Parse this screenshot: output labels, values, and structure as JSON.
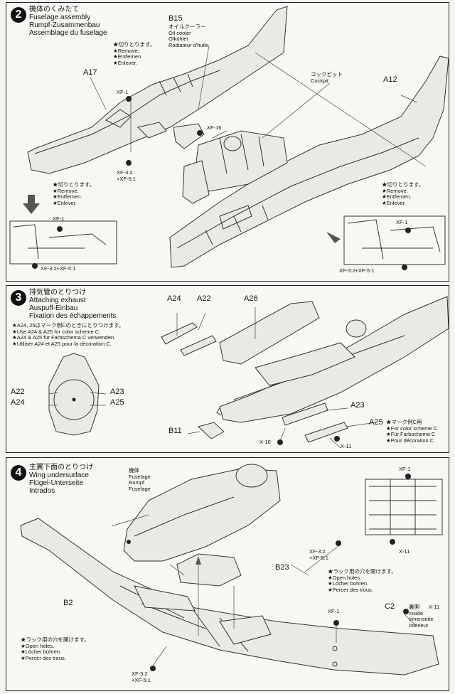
{
  "step2": {
    "number": "2",
    "title_jp": "機体のくみたて",
    "title_en": "Fuselage assembly",
    "title_de": "Rumpf-Zusammenbau",
    "title_fr": "Assemblage du fuselage",
    "remove_note": [
      "★切りとります。",
      "★Remove.",
      "★Entfernen.",
      "★Enlever."
    ],
    "b15": "B15",
    "b15_jp": "オイルクーラー",
    "b15_en": "Oil cooler",
    "b15_de": "Ölkühler",
    "b15_fr": "Radiateur d'huile",
    "a17": "A17",
    "a12": "A12",
    "cockpit_jp": "コックピット",
    "cockpit_en": "Cockpit",
    "xf1": "XF-1",
    "xf16": "XF-16",
    "mix_a": "XF-3:2",
    "mix_b": "+XF-5:1",
    "mix_inline": "XF-3:2+XF-5:1"
  },
  "step3": {
    "number": "3",
    "title_jp": "排気管のとりつけ",
    "title_en": "Attaching exhaust",
    "title_de": "Auspuff-Einbau",
    "title_fr": "Fixation des échappements",
    "note": [
      "★A24, 25はマーク例Cのときにとりつけます。",
      "★Use A24 & A25 for color scheme C.",
      "★A24 & A25 für Farbschema C verwenden.",
      "★Utiliser A24 et A25 pour la décoration C."
    ],
    "a24": "A24",
    "a22": "A22",
    "a26": "A26",
    "a23": "A23",
    "a25": "A25",
    "b11": "B11",
    "x10": "X-10",
    "x11": "X-11",
    "scheme_note": [
      "★マーク例C用",
      "★For color scheme C",
      "★Für Farbschema C",
      "★Pour décoration C"
    ]
  },
  "step4": {
    "number": "4",
    "title_jp": "主翼下面のとりつけ",
    "title_en": "Wing undersurface",
    "title_de": "Flügel-Unterseite",
    "title_fr": "Intrados",
    "fuselage": [
      "機体",
      "Fuselage",
      "Rumpf",
      "Fuselage"
    ],
    "b2": "B2",
    "b23": "B23",
    "c2": "C2",
    "inside": [
      "裏側",
      "Inside",
      "Innenseite",
      "Intérieur"
    ],
    "x11": "X-11",
    "xf1": "XF-1",
    "mix_a": "XF-3:2",
    "mix_b": "+XF-5:1",
    "holes": [
      "★ラック用の穴を開けます。",
      "★Open holes.",
      "★Löcher bohren.",
      "★Percer des trous."
    ]
  }
}
